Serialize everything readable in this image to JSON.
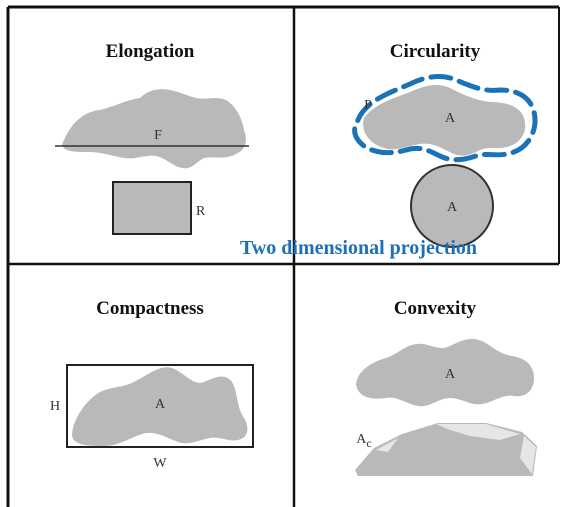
{
  "panels": {
    "elongation": {
      "title": "Elongation",
      "shape_label": "F",
      "rect_label": "R"
    },
    "circularity": {
      "title": "Circularity",
      "perimeter_label": "P",
      "area_label": "A",
      "circle_label": "A"
    },
    "compactness": {
      "title": "Compactness",
      "height_label": "H",
      "width_label": "W",
      "area_label": "A"
    },
    "convexity": {
      "title": "Convexity",
      "area_label": "A",
      "hull_label": "A",
      "hull_subscript": "c"
    }
  },
  "overlay_text": "Two dimensional projection",
  "colors": {
    "shape_fill": "#b9b9b9",
    "outline": "#222222",
    "dashed_perimeter": "#1a73b8",
    "overlay_text": "#1f6fb5",
    "grid": "#111111"
  }
}
